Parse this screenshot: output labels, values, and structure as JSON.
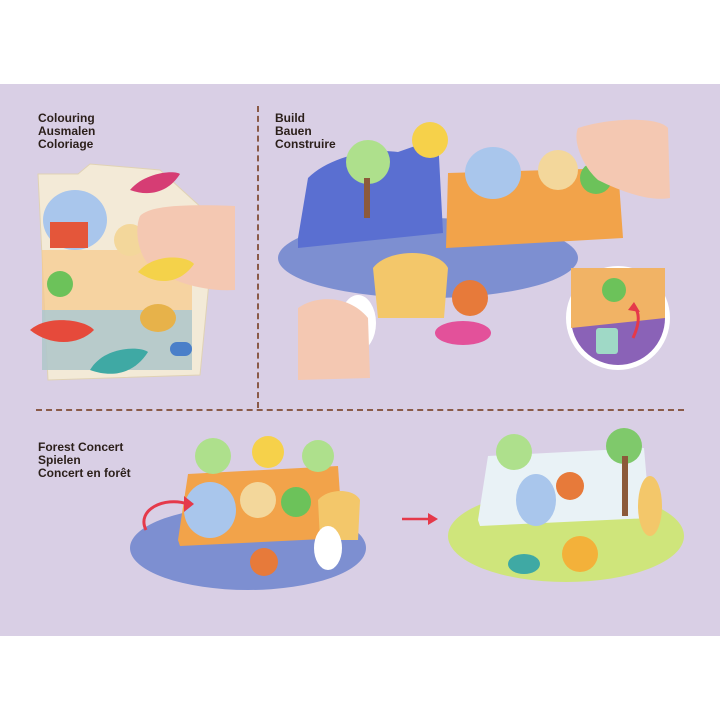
{
  "colors": {
    "panel_bg": "#d9cfe5",
    "divider": "#8a5a48",
    "caption_text": "#2b1f1a",
    "arrow": "#e5394a"
  },
  "sections": {
    "colouring": {
      "lines": [
        "Colouring",
        "Ausmalen",
        "Coloriage"
      ],
      "scene": "colouring-craft-illustration"
    },
    "build": {
      "lines": [
        "Build",
        "Bauen",
        "Construire"
      ],
      "scene": "build-3d-stage-illustration"
    },
    "forest_concert": {
      "lines": [
        "Forest Concert",
        "Spielen",
        "Concert en forêt"
      ],
      "scene": "forest-concert-play-illustration"
    }
  }
}
